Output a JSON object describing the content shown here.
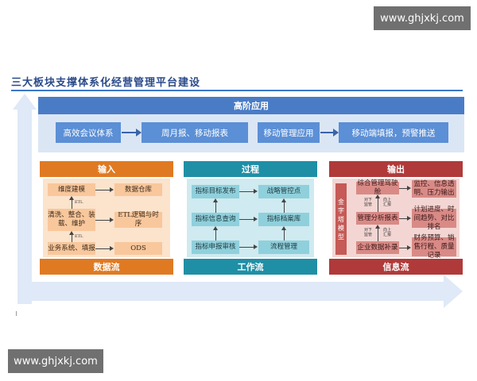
{
  "watermark": "www.ghjxkj.com",
  "title": "三大板块支撑体系化经营管理平台建设",
  "top": {
    "header": "高阶应用",
    "items": [
      "高效会议体系",
      "周月报、移动报表",
      "移动管理应用",
      "移动端填报，预警推送"
    ]
  },
  "input": {
    "header": "输入",
    "footer": "数据流",
    "boxes": [
      "维度建模",
      "数据仓库",
      "清洗、整合、装载、维护",
      "ETL逻辑与时序",
      "业务系统、填报",
      "ODS"
    ],
    "etl": "ETL"
  },
  "process": {
    "header": "过程",
    "footer": "工作流",
    "boxes": [
      "指标目标发布",
      "战略管控点",
      "指标信息查询",
      "指标档案库",
      "指标申报审核",
      "流程管理"
    ]
  },
  "output": {
    "header": "输出",
    "footer": "信息流",
    "pyramid": "金字塔模型",
    "boxes": [
      "综合管理驾驶舱",
      "监控、信息透明、压力输出",
      "管理分析报表",
      "计划进度、时间趋势、对比排名",
      "企业数据补录",
      "财务预算、销售行程、质量记录"
    ],
    "mini": [
      "对下监管",
      "向上汇报",
      "对下监管",
      "向上汇报"
    ]
  },
  "colors": {
    "title": "#2a4a8a",
    "top_header": "#4a7cc6",
    "pill": "#5b8fd6",
    "input": "#e07a22",
    "process": "#1f8fa6",
    "output": "#b03a3a",
    "arrow_bg": "#dfe9f7"
  }
}
